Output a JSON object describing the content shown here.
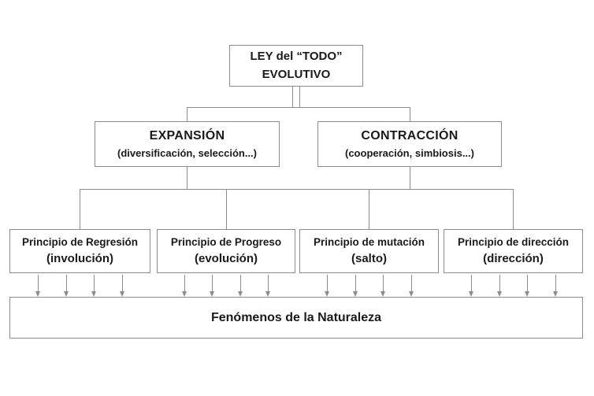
{
  "diagram": {
    "root": {
      "line1": "LEY del “TODO”",
      "line2": "EVOLUTIVO"
    },
    "branches": [
      {
        "title": "EXPANSIÓN",
        "subtitle": "(diversificación, selección...)"
      },
      {
        "title": "CONTRACCIÓN",
        "subtitle": "(cooperación, simbiosis...)"
      }
    ],
    "principles": [
      {
        "title": "Principio de Regresión",
        "subtitle": "(involución)"
      },
      {
        "title": "Principio de Progreso",
        "subtitle": "(evolución)"
      },
      {
        "title": "Principio de mutación",
        "subtitle": "(salto)"
      },
      {
        "title": "Principio de dirección",
        "subtitle": "(dirección)"
      }
    ],
    "outcome": {
      "label": "Fenómenos de la Naturaleza"
    },
    "colors": {
      "border": "#8c8c8c",
      "text": "#1a1a1a",
      "background": "#ffffff"
    }
  }
}
